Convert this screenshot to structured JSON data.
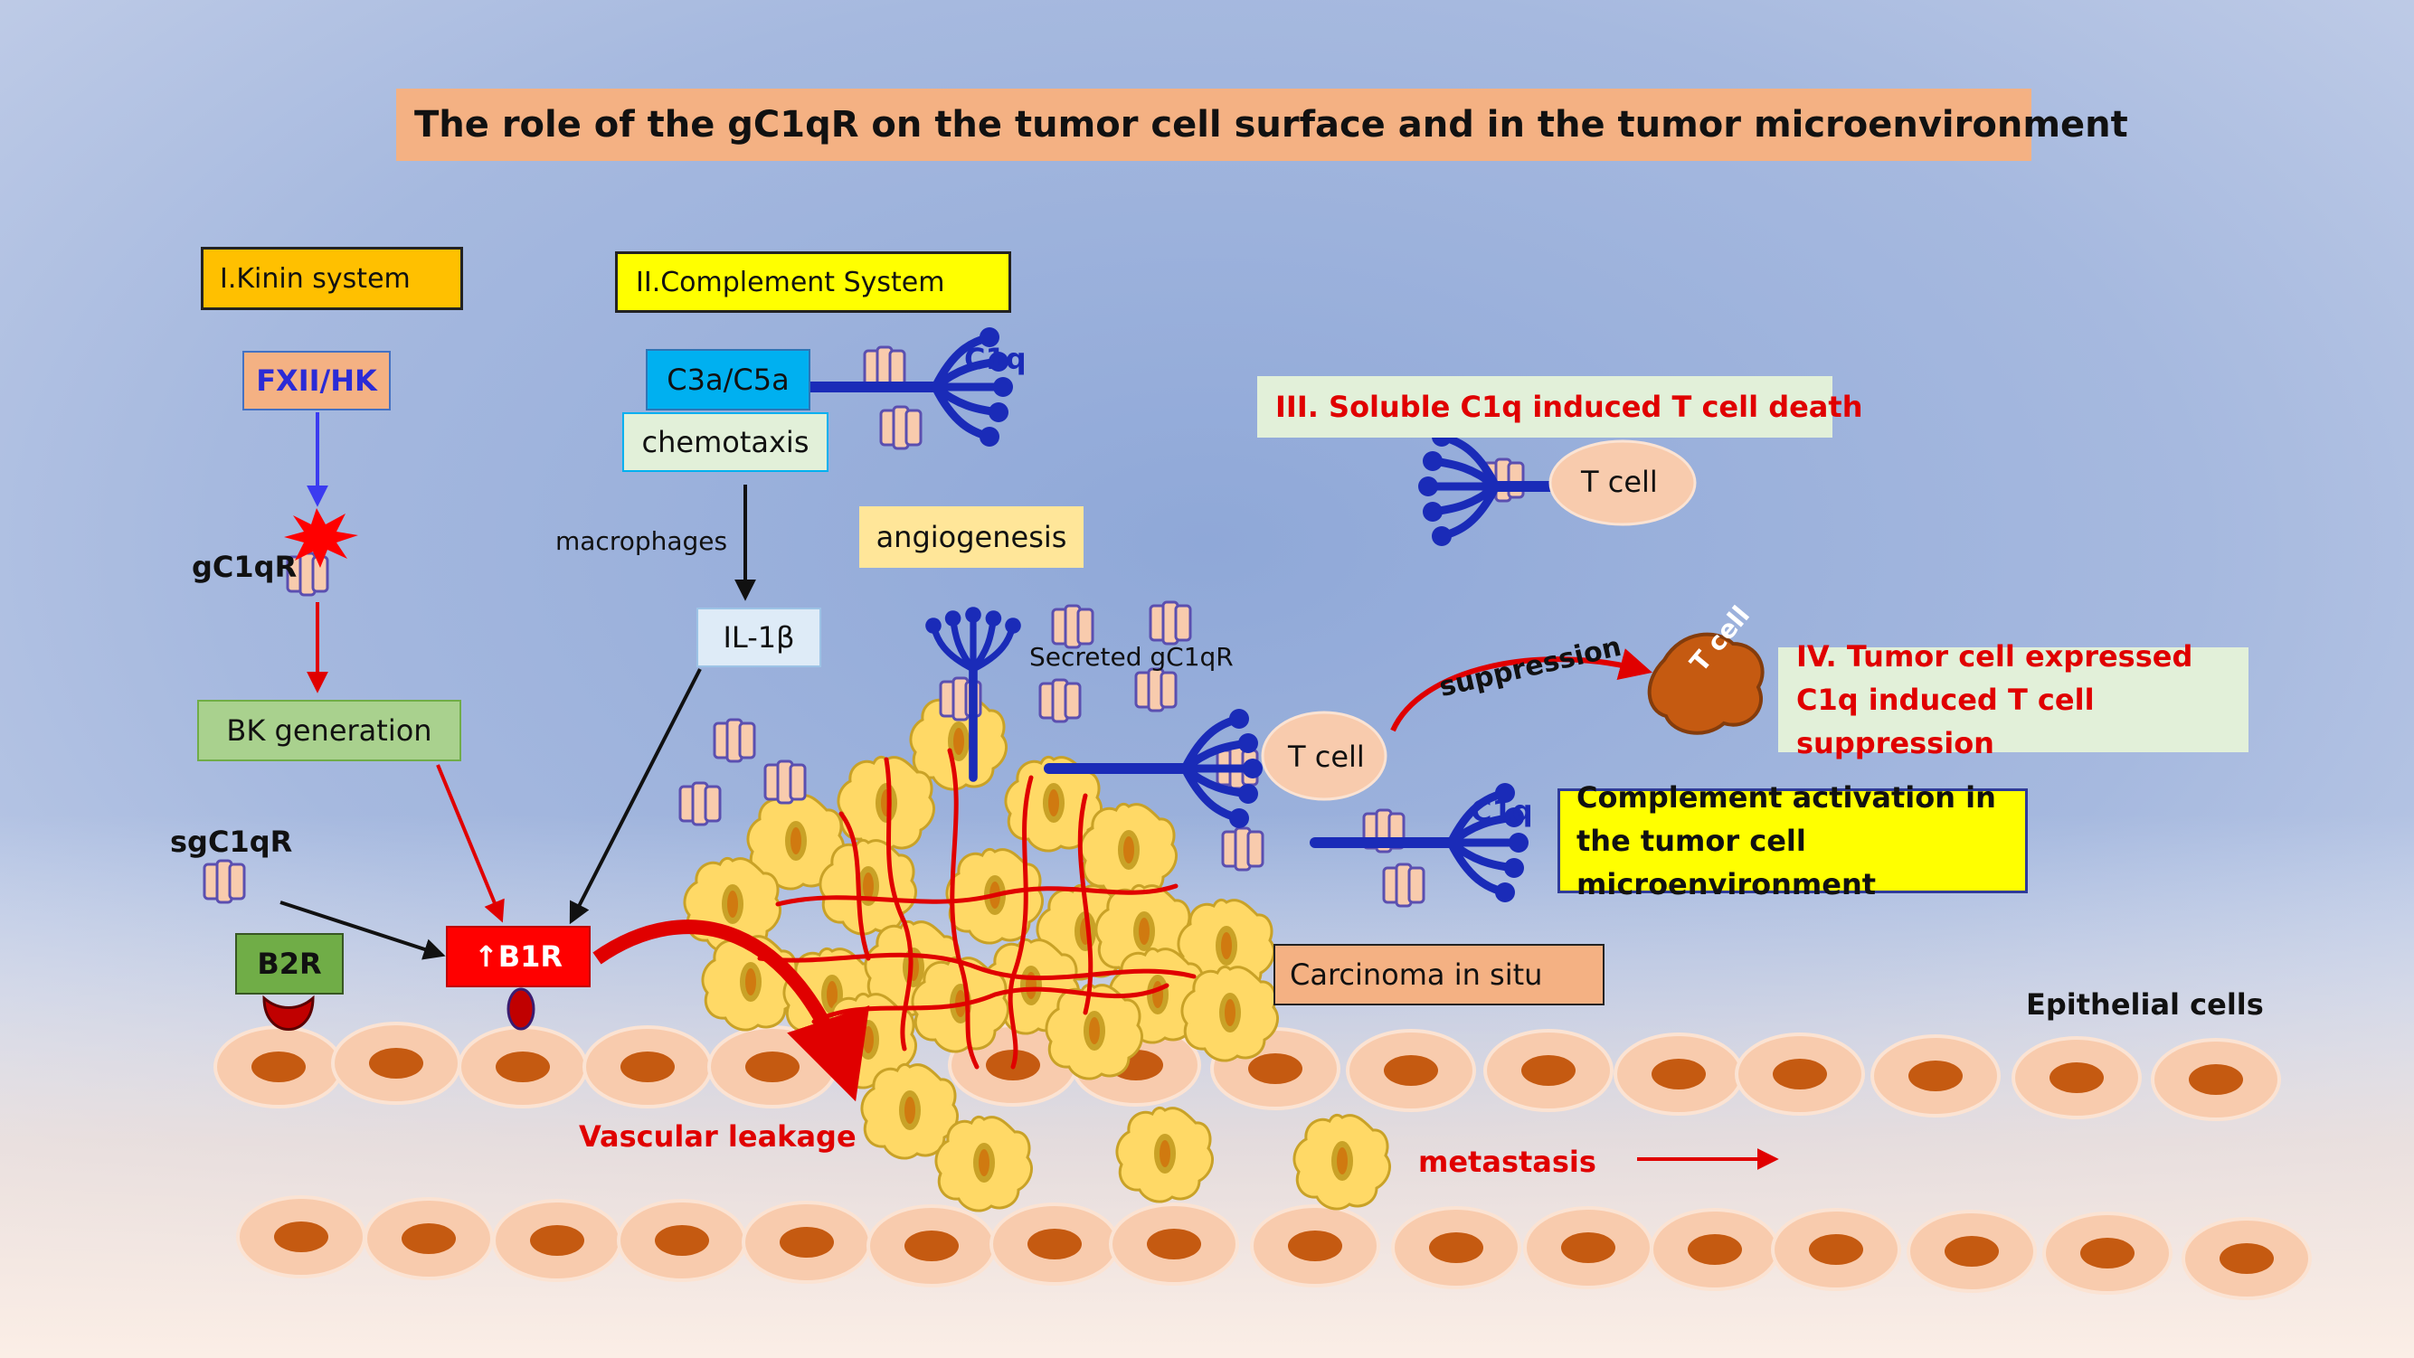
{
  "title": "The role of the gC1qR on the tumor cell surface and  in the tumor microenvironment",
  "sections": {
    "kinin": "I.Kinin system",
    "complement": "II.Complement System",
    "soluble": "III. Soluble C1q induced T cell death",
    "tumor_expressed": "IV. Tumor cell expressed  C1q induced T cell suppression"
  },
  "boxes": {
    "fxii_hk": "FXII/HK",
    "c3a_c5a": "C3a/C5a",
    "chemotaxis": "chemotaxis",
    "il1b": "IL-1β",
    "angiogenesis": "angiogenesis",
    "bk_generation": "BK generation",
    "b2r": "B2R",
    "b1r": "B1R",
    "complement_activation": "Complement activation in the tumor cell microenvironment",
    "carcinoma": "Carcinoma in situ"
  },
  "labels": {
    "gc1qr": "gC1qR",
    "sgc1qr": "sgC1qR",
    "macrophages": "macrophages",
    "c1q_top": "C1q",
    "c1q_bottom": "C1q",
    "secreted": "Secreted gC1qR",
    "tcell_top": "T cell",
    "tcell_mid": "T cell",
    "tcell_suppressed": "T cell",
    "suppression": "suppression",
    "epithelial": "Epithelial cells",
    "vascular_leakage": "Vascular leakage",
    "metastasis": "metastasis",
    "b1r_up_arrow": "↑"
  },
  "colors": {
    "title_banner": "#f4b183",
    "kinin": "#ffc000",
    "complement": "#ffff00",
    "red_text": "#e00000",
    "c1q_blue": "#1a2bb8",
    "epithelial_cell": "#f8cbad",
    "epithelial_nucleus": "#c55a11",
    "tumor_cell": "#ffd966",
    "vessel_red": "#e00000"
  }
}
